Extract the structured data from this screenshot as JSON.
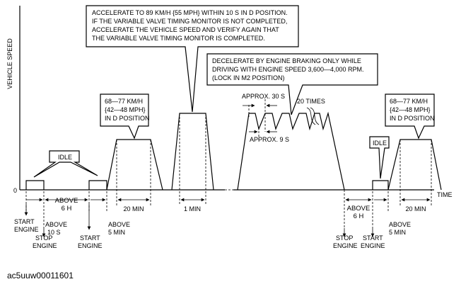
{
  "axis": {
    "y_label": "VEHICLE SPEED",
    "x_label": "TIME",
    "origin": "0"
  },
  "callouts": {
    "accelerate": [
      "ACCELERATE TO 89 KM/H {55 MPH} WITHIN 10 S IN D POSITION.",
      "IF THE VARIABLE VALVE TIMING MONITOR IS NOT COMPLETED,",
      "ACCELERATE THE VEHICLE SPEED AND VERIFY AGAIN THAT",
      "THE VARIABLE VALVE TIMING MONITOR IS COMPLETED."
    ],
    "decelerate": [
      "DECELERATE BY ENGINE BRAKING ONLY WHILE",
      "DRIVING WITH ENGINE SPEED 3,600—4,000 RPM.",
      "(LOCK IN M2 POSITION)"
    ],
    "cruise_1": [
      "68—77 KM/H",
      "{42—48 MPH}",
      "IN D POSITION"
    ],
    "cruise_2": [
      "68—77 KM/H",
      "{42—48 MPH}",
      "IN D POSITION"
    ],
    "idle_1": "IDLE",
    "idle_2": "IDLE"
  },
  "annotations": {
    "approx_30": "APPROX. 30 S",
    "approx_9": "APPROX. 9 S",
    "times_20": "20 TIMES"
  },
  "intervals": {
    "above_6h_1": [
      "ABOVE",
      "6 H"
    ],
    "above_6h_2": [
      "ABOVE",
      "6 H"
    ],
    "above_10s": [
      "ABOVE",
      "10 S"
    ],
    "above_5min_1": [
      "ABOVE",
      "5 MIN"
    ],
    "above_5min_2": [
      "ABOVE",
      "5 MIN"
    ],
    "min_20_1": "20 MIN",
    "min_1": "1 MIN",
    "min_20_2": "20 MIN"
  },
  "events": {
    "start_engine_1": [
      "START",
      "ENGINE"
    ],
    "stop_engine_1": [
      "STOP",
      "ENGINE"
    ],
    "start_engine_2": [
      "START",
      "ENGINE"
    ],
    "stop_engine_2": [
      "STOP",
      "ENGINE"
    ],
    "start_engine_3": [
      "START",
      "ENGINE"
    ]
  },
  "figure_code": "ac5uuw00011601"
}
